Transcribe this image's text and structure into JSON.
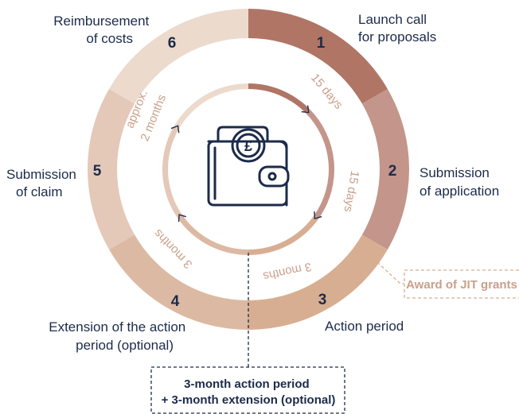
{
  "steps": [
    {
      "number": "1",
      "label": [
        "Launch call",
        "for proposals"
      ],
      "color": "#b07565"
    },
    {
      "number": "2",
      "label": [
        "Submission",
        "of application"
      ],
      "color": "#c4958a"
    },
    {
      "number": "3",
      "label": [
        "Action period"
      ],
      "color": "#d8ae92"
    },
    {
      "number": "4",
      "label": [
        "Extension of the action",
        "period (optional)"
      ],
      "color": "#dcb9a3"
    },
    {
      "number": "5",
      "label": [
        "Submission",
        "of claim"
      ],
      "color": "#e4c8b8"
    },
    {
      "number": "6",
      "label": [
        "Reimbursement",
        "of costs"
      ],
      "color": "#ecdacd"
    }
  ],
  "durations": [
    {
      "text": "15 days"
    },
    {
      "text": "15 days"
    },
    {
      "text": "3 months"
    },
    {
      "text": "3 months"
    },
    {
      "text": "approx."
    },
    {
      "text": "2 months"
    }
  ],
  "award_label": "Award of JIT grants",
  "action_note": [
    "3-month action period",
    "+ 3-month extension (optional)"
  ],
  "icon": "wallet-pound-icon",
  "colors": {
    "text": "#1c2b4a",
    "number": "#1c2b4a",
    "duration": "#c9a08a",
    "award": "#c9a08a",
    "icon": "#1c2b4a"
  }
}
